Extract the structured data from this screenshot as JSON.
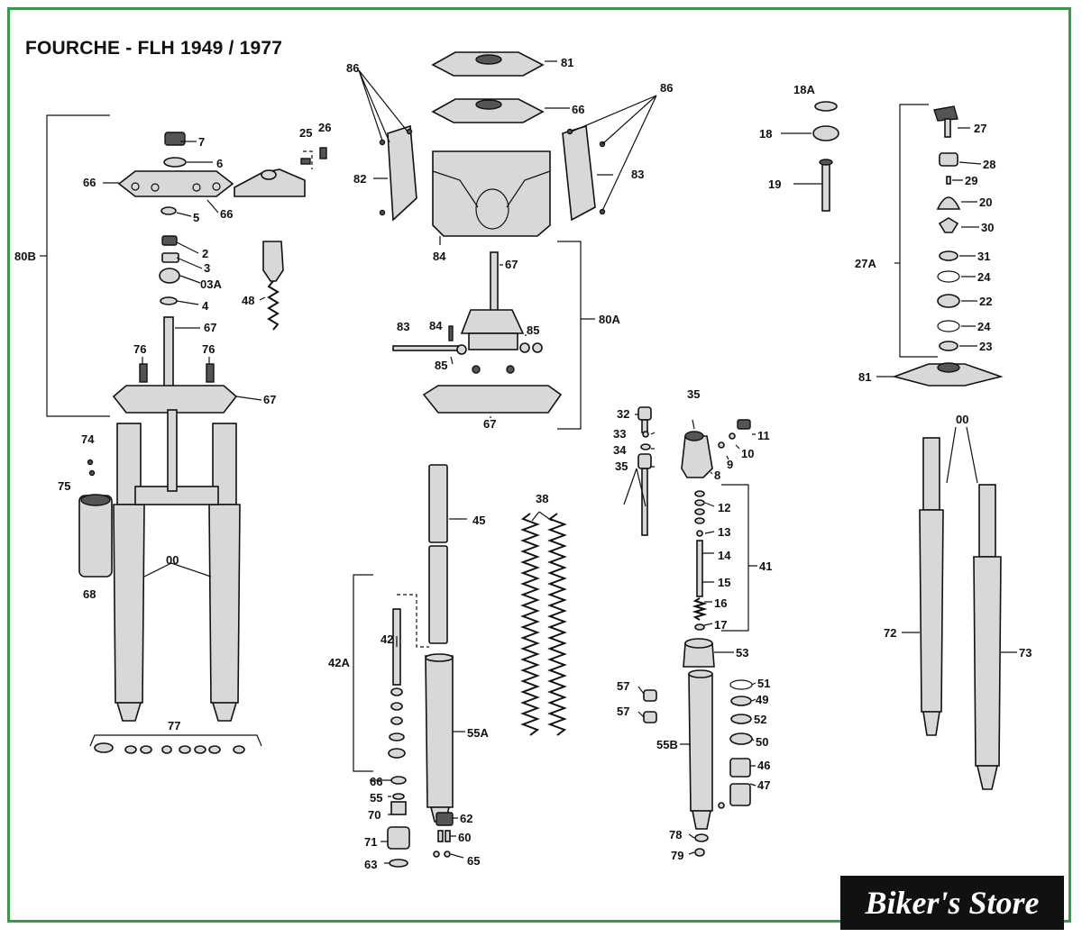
{
  "title": "FOURCHE - FLH 1949 / 1977",
  "brand": "Biker's Store",
  "colors": {
    "frame": "#3a9a4a",
    "ink": "#111111",
    "badge_bg": "#111111",
    "badge_text": "#ffffff"
  },
  "labels": {
    "l7": "7",
    "l6": "6",
    "l66a": "66",
    "l66b": "66",
    "l5": "5",
    "l25": "25",
    "l26": "26",
    "l2": "2",
    "l3": "3",
    "l03a": "03A",
    "l4": "4",
    "l48": "48",
    "l67a": "67",
    "l76a": "76",
    "l76b": "76",
    "l67b": "67",
    "l80b": "80B",
    "l74": "74",
    "l75": "75",
    "l68": "68",
    "l00a": "00",
    "l77": "77",
    "l86a": "86",
    "l81a": "81",
    "l66c": "66",
    "l86b": "86",
    "l82": "82",
    "l83a": "83",
    "l84a": "84",
    "l67c": "67",
    "l80a": "80A",
    "l83b": "83",
    "l84b": "84",
    "l85a": "85",
    "l85b": "85",
    "l67d": "67",
    "l45": "45",
    "l38": "38",
    "l42a": "42A",
    "l42": "42",
    "l55a": "55A",
    "l66d": "66",
    "l55": "55",
    "l70": "70",
    "l71": "71",
    "l63": "63",
    "l62": "62",
    "l60": "60",
    "l65": "65",
    "l32": "32",
    "l33": "33",
    "l34": "34",
    "l35a": "35",
    "l35b": "35",
    "l11": "11",
    "l10": "10",
    "l9": "9",
    "l8": "8",
    "l12": "12",
    "l13": "13",
    "l14": "14",
    "l15": "15",
    "l16": "16",
    "l17": "17",
    "l41": "41",
    "l53": "53",
    "l57a": "57",
    "l57b": "57",
    "l55b": "55B",
    "l51": "51",
    "l49": "49",
    "l52": "52",
    "l50": "50",
    "l46": "46",
    "l47": "47",
    "l78": "78",
    "l79": "79",
    "l18a": "18A",
    "l18": "18",
    "l19": "19",
    "l27": "27",
    "l28": "28",
    "l29": "29",
    "l20": "20",
    "l30": "30",
    "l27a": "27A",
    "l31": "31",
    "l24a": "24",
    "l22": "22",
    "l24b": "24",
    "l23": "23",
    "l81b": "81",
    "l00b": "00",
    "l72": "72",
    "l73": "73"
  }
}
